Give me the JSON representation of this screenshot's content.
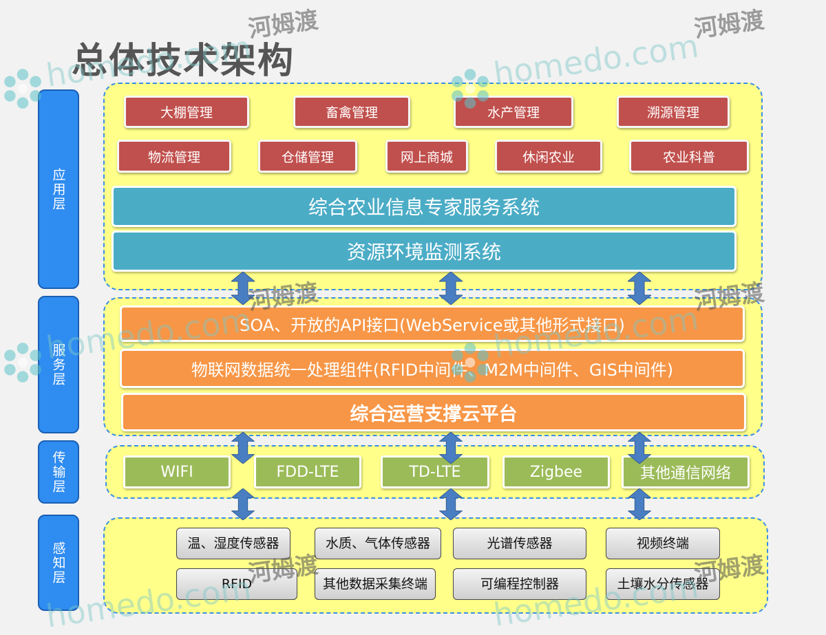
{
  "title": "总体技术架构",
  "layers": {
    "application": "应用层",
    "service": "服务层",
    "transport": "传输层",
    "perception": "感知层"
  },
  "app_modules": [
    "大棚管理",
    "畜禽管理",
    "水产管理",
    "溯源管理",
    "物流管理",
    "仓储管理",
    "网上商城",
    "休闲农业",
    "农业科普"
  ],
  "app_systems": [
    "综合农业信息专家服务系统",
    "资源环境监测系统"
  ],
  "service_bars": [
    "SOA、开放的API接口(WebService或其他形式接口)",
    "物联网数据统一处理组件(RFID中间件、M2M中间件、GIS中间件)",
    "综合运营支撑云平台"
  ],
  "transport_items": [
    "WIFI",
    "FDD-LTE",
    "TD-LTE",
    "Zigbee",
    "其他通信网络"
  ],
  "sensors": [
    "温、湿度传感器",
    "水质、气体传感器",
    "光谱传感器",
    "视频终端",
    "RFID",
    "其他数据采集终端",
    "可编程控制器",
    "土壤水分传感器"
  ],
  "watermark": {
    "brand": "homedo.com",
    "han": "河姆渡"
  },
  "colors": {
    "zone_fill": "#ffff8a",
    "zone_border": "#3a8ee6",
    "layer_label": "#2f8cf0",
    "app_module": "#c0504d",
    "system_bar": "#4bacc6",
    "service_bar": "#f79646",
    "transport_item": "#9bbb59",
    "arrow": "#4a7ec2"
  },
  "icons": [
    "double-arrow-icon",
    "watermark-flower-icon"
  ]
}
